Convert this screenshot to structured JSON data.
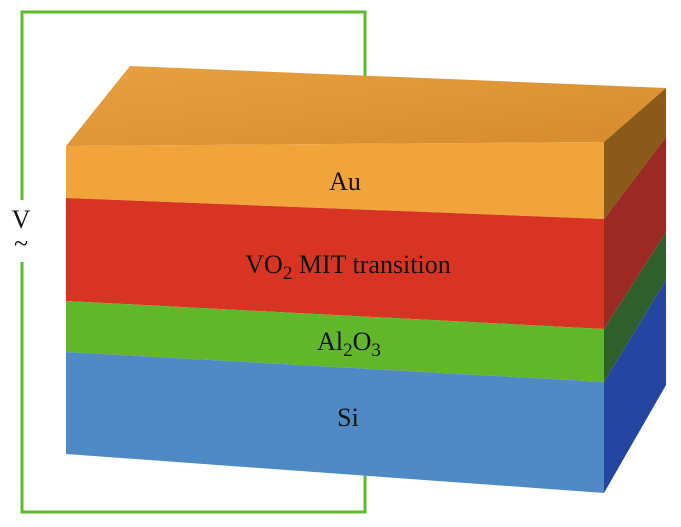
{
  "circuit": {
    "source_symbol": "V",
    "ac_symbol": "~",
    "wire_color": "#5cbd2c"
  },
  "layers": [
    {
      "id": "au",
      "label_parts": [
        {
          "text": "Au"
        }
      ],
      "front_color": "#f0a43a",
      "side_color": "#8a5a1a"
    },
    {
      "id": "vo2",
      "label_parts": [
        {
          "text": "VO"
        },
        {
          "text": "2",
          "sub": true
        },
        {
          "text": " MIT transition"
        }
      ],
      "front_color": "#d83424",
      "side_color": "#9b2a24"
    },
    {
      "id": "al2o3",
      "label_parts": [
        {
          "text": "Al"
        },
        {
          "text": "2",
          "sub": true
        },
        {
          "text": "O"
        },
        {
          "text": "3",
          "sub": true
        }
      ],
      "front_color": "#62b62a",
      "side_color": "#2f5f2c"
    },
    {
      "id": "si",
      "label_parts": [
        {
          "text": "Si"
        }
      ],
      "front_color": "#4f8ac4",
      "side_color": "#2546a0"
    }
  ],
  "top_face": {
    "color": "#dd9234"
  }
}
